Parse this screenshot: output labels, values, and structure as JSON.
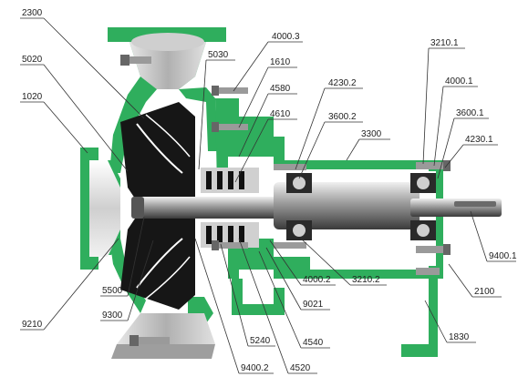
{
  "diagram": {
    "colors": {
      "casing": "#2fae5d",
      "casing_dark": "#1f8a45",
      "impeller": "#111111",
      "shaft": "#8c8c8c",
      "shaft_light": "#d8d8d8",
      "metal": "#bdbdbd",
      "background": "#ffffff"
    },
    "labels": {
      "l2300": "2300",
      "l5020": "5020",
      "l1020": "1020",
      "l4000_3": "4000.3",
      "l5030": "5030",
      "l1610": "1610",
      "l4580": "4580",
      "l4610": "4610",
      "l4230_2": "4230.2",
      "l3600_2": "3600.2",
      "l3300": "3300",
      "l3210_1": "3210.1",
      "l4000_1": "4000.1",
      "l3600_1": "3600.1",
      "l4230_1": "4230.1",
      "l9400_1": "9400.1",
      "l2100": "2100",
      "l1830": "1830",
      "l3210_2": "3210.2",
      "l4000_2": "4000.2",
      "l9021": "9021",
      "l4540": "4540",
      "l4520": "4520",
      "l9400_2": "9400.2",
      "l5240": "5240",
      "l9300": "9300",
      "l5500": "5500",
      "l9210": "9210"
    }
  }
}
